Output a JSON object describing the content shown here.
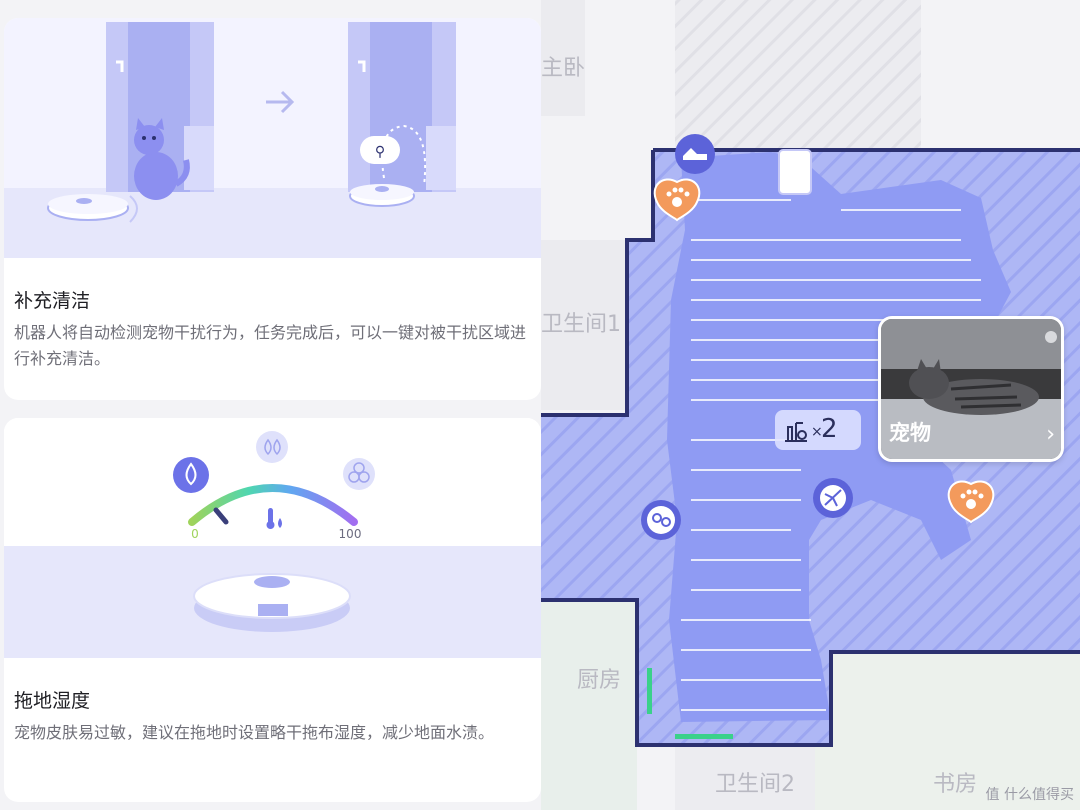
{
  "cards": [
    {
      "title": "补充清洁",
      "desc": "机器人将自动检测宠物干扰行为，任务完成后，可以一键对被干扰区域进行补充清洁。"
    },
    {
      "title": "拖地湿度",
      "desc": "宠物皮肤易过敏，建议在拖地时设置略干拖布湿度，减少地面水渍。",
      "gauge": {
        "min": "0",
        "max": "100"
      }
    }
  ],
  "map": {
    "rooms": {
      "bedroom": "主卧",
      "bathroom1": "卫生间1",
      "kitchen": "厨房",
      "bathroom2": "卫生间2",
      "study": "书房"
    },
    "pet_popup": {
      "label": "宠物",
      "chevron": "›"
    },
    "clean_count": {
      "multiplier": "×",
      "value": "2"
    },
    "markers": [
      "shoe-icon",
      "paw-icon",
      "pet-bowl-icon",
      "cleaning-icon",
      "paw-icon"
    ]
  },
  "watermark": "值 什么值得买",
  "colors": {
    "accent": "#6c72e8",
    "map_fill": "#8f9bf3",
    "wall": "#2c3170",
    "paw": "#f39a5c"
  }
}
